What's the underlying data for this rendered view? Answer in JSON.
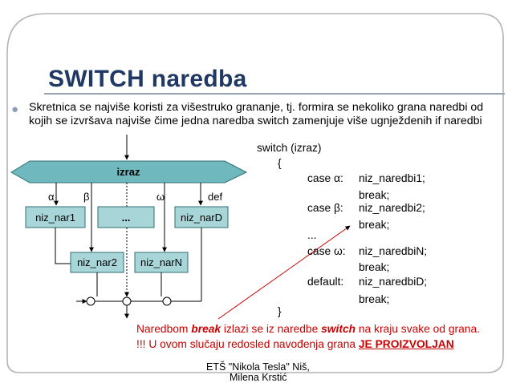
{
  "slide": {
    "title": "SWITCH naredba",
    "bullet": "Skretnica se najviše koristi za višestruko grananje, tj. formira se nekoliko grana naredbi od kojih se izvršava najviše čime jedna naredba switch zamenjuje više ugnježdenih if naredbi"
  },
  "diagram": {
    "condition": "izraz",
    "branch_labels": [
      "α",
      "β",
      "ω",
      "def"
    ],
    "boxes_top": [
      "niz_nar1",
      "...",
      "niz_narD"
    ],
    "boxes_bottom": [
      "niz_nar2",
      "niz_narN"
    ]
  },
  "code": {
    "line1": "switch (izraz)",
    "open_brace": "{",
    "case_alpha": "case α:",
    "stmt1": "niz_naredbi1;",
    "break1": "break;",
    "case_beta": "case β:",
    "stmt2": "niz_naredbi2;",
    "break2": "break;",
    "ellipsis": "...",
    "case_omega": "case ω:",
    "stmtN": "niz_naredbiN;",
    "breakN": "break;",
    "default_label": "default:",
    "stmtD": "niz_naredbiD;",
    "breakD": "break;",
    "close_brace": "}"
  },
  "note": {
    "l1_a": "Naredbom ",
    "l1_b": "break",
    "l1_c": " izlazi se iz naredbe ",
    "l1_d": "switch",
    "l1_e": " na kraju svake od grana.",
    "l2_a": "!!! U ovom slučaju redosled navođenja grana ",
    "l2_b": "JE PROIZVOLJAN"
  },
  "footer": {
    "line1": "ETŠ \"Nikola Tesla\" Niš,",
    "line2": "Milena Krstić"
  },
  "colors": {
    "title": "#1f3864",
    "box_fill": "#a8d5d8",
    "hexagon_fill": "#6fb8be",
    "note": "#cc0000",
    "frame": "#b3b3b3"
  }
}
